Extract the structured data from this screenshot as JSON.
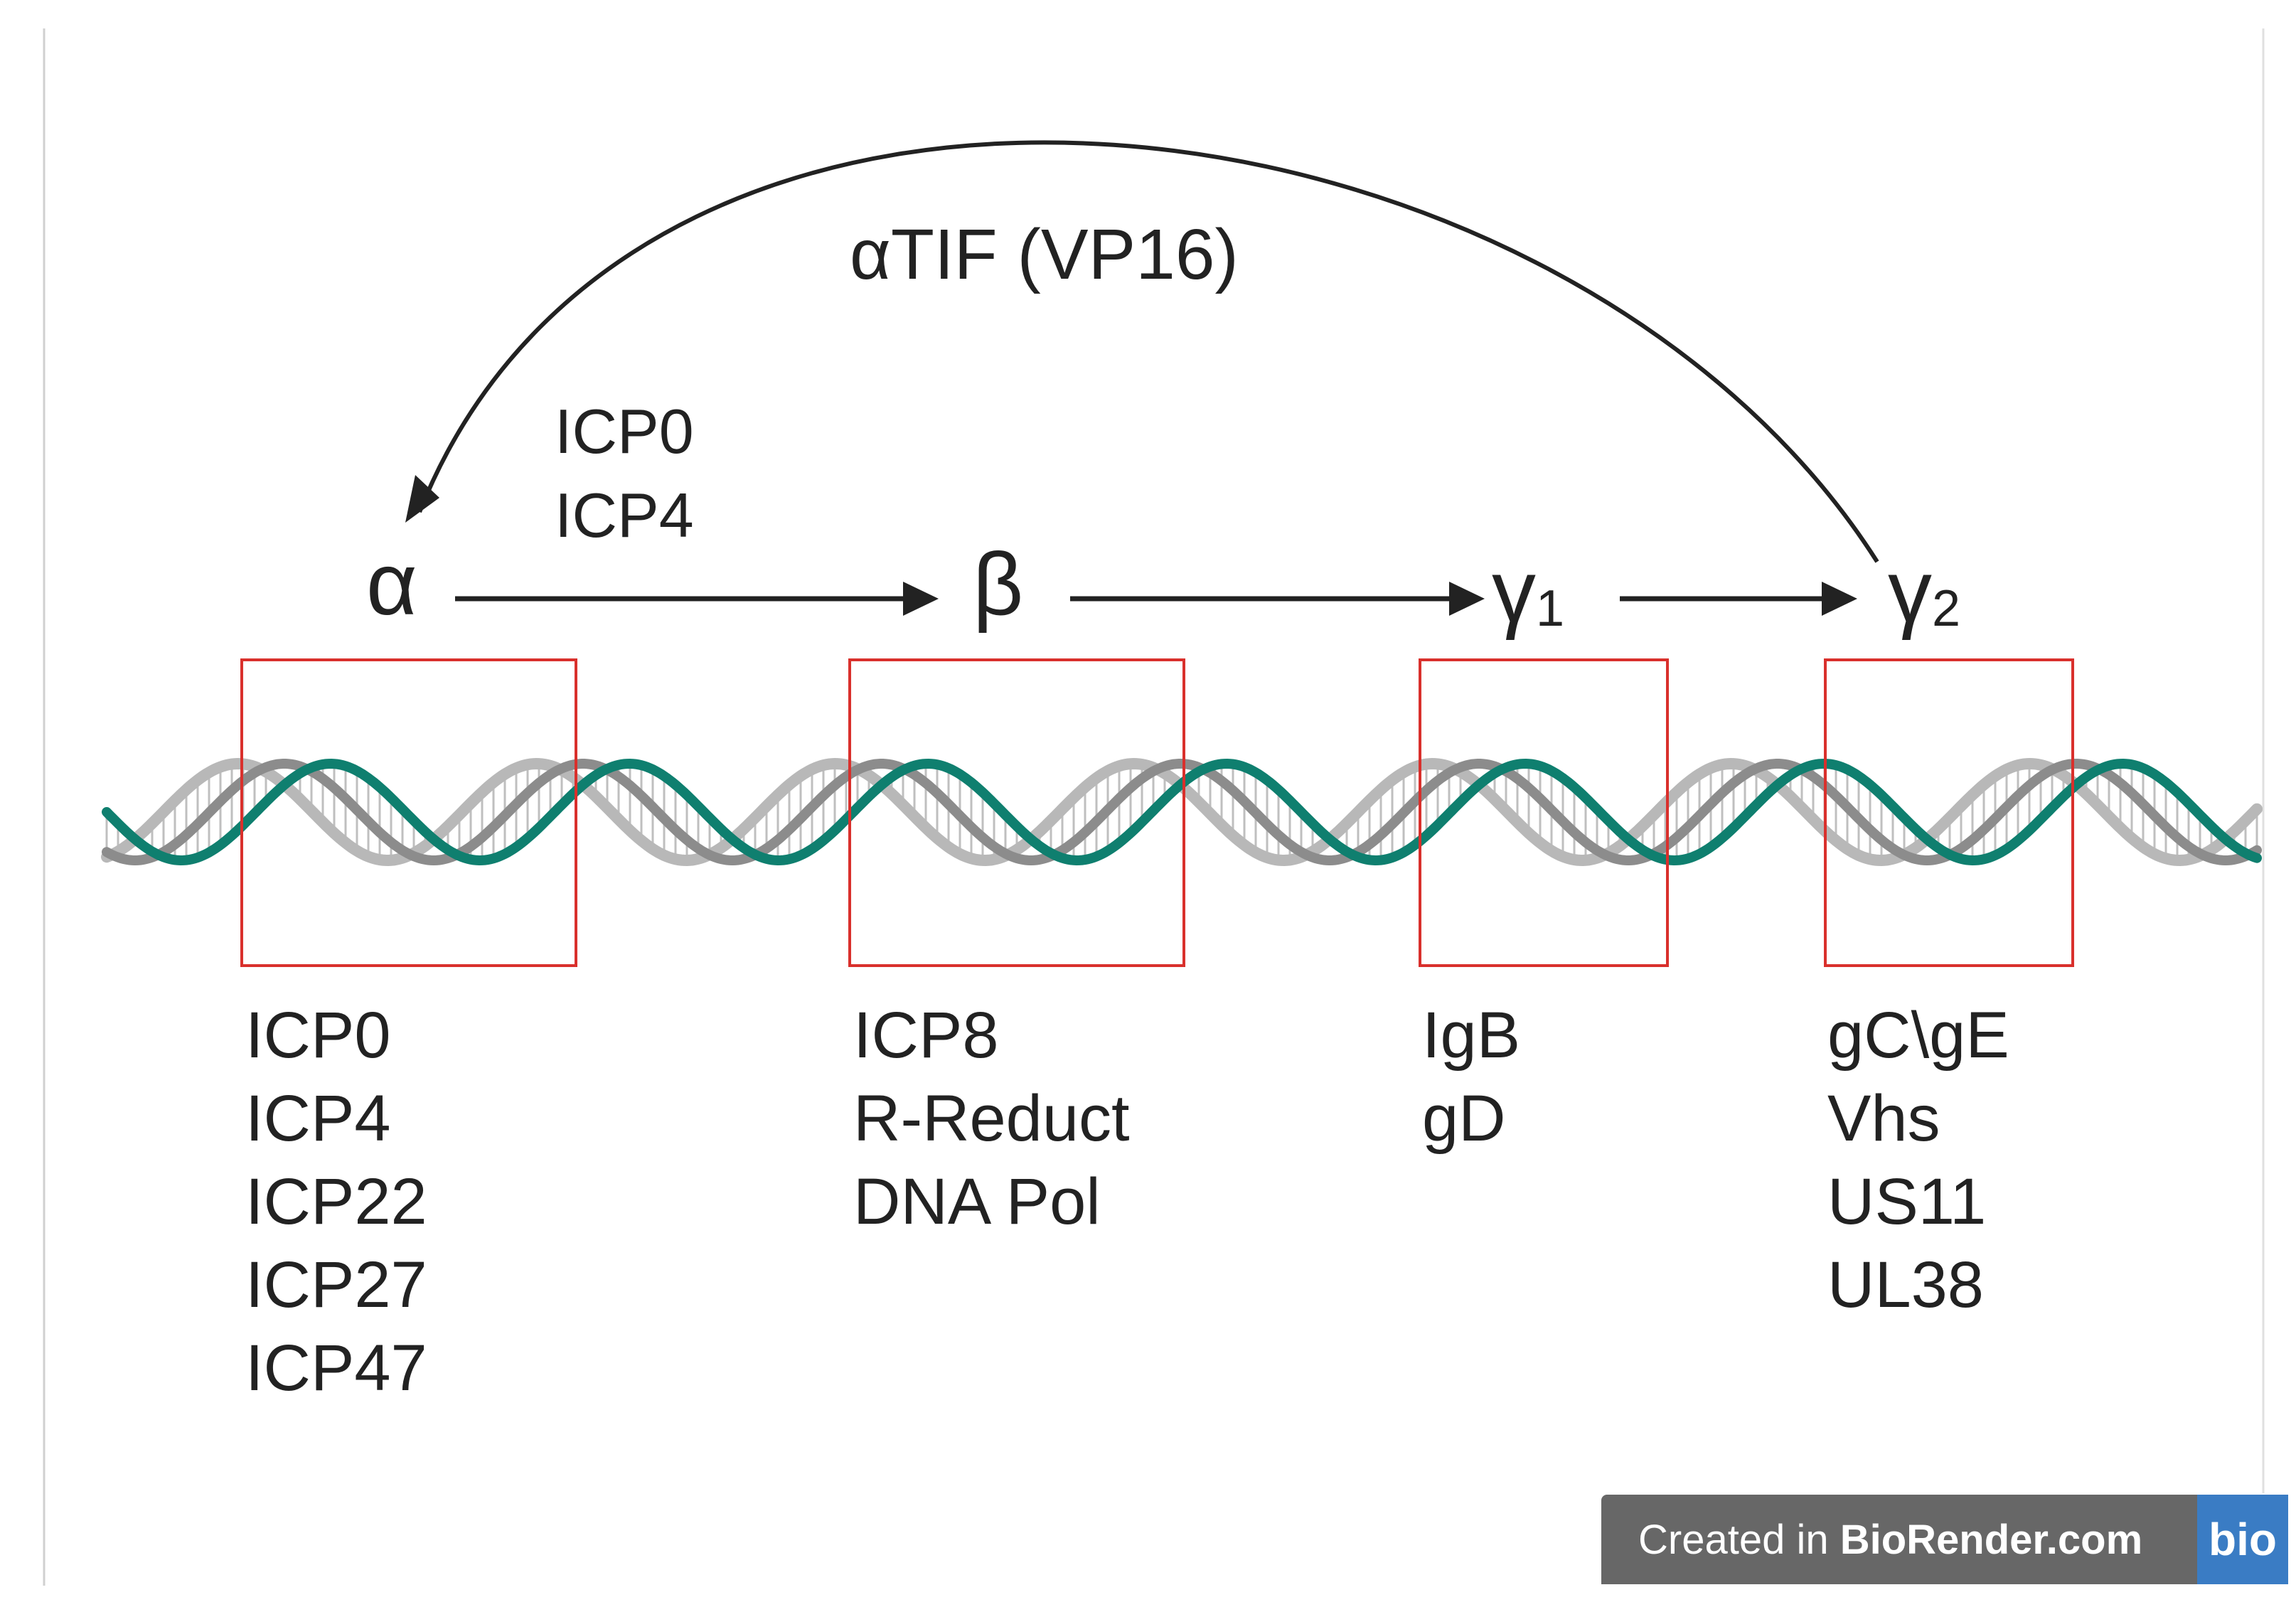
{
  "feedback_arrow_label": "αTIF (VP16)",
  "feedback_proteins": [
    "ICP0",
    "ICP4"
  ],
  "stages": [
    {
      "id": "alpha",
      "label": "α",
      "sub": ""
    },
    {
      "id": "beta",
      "label": "β",
      "sub": ""
    },
    {
      "id": "gamma1",
      "label": "γ",
      "sub": "1"
    },
    {
      "id": "gamma2",
      "label": "γ",
      "sub": "2"
    }
  ],
  "gene_lists": {
    "alpha": [
      "ICP0",
      "ICP4",
      "ICP22",
      "ICP27",
      "ICP47"
    ],
    "beta": [
      "ICP8",
      "R-Reduct",
      "DNA Pol"
    ],
    "gamma1": [
      "IgB",
      "gD"
    ],
    "gamma2": [
      "gC\\gE",
      "Vhs",
      "US11",
      "UL38"
    ]
  },
  "colors": {
    "strand_primary": "#0f7f6f",
    "strand_secondary": "#8c8c8c",
    "strand_light": "#b8b8b8",
    "box_outline": "#d9302c",
    "arrow": "#222222"
  },
  "credit": {
    "prefix": "Created in ",
    "brand": "BioRender.com",
    "logo": "bio"
  }
}
